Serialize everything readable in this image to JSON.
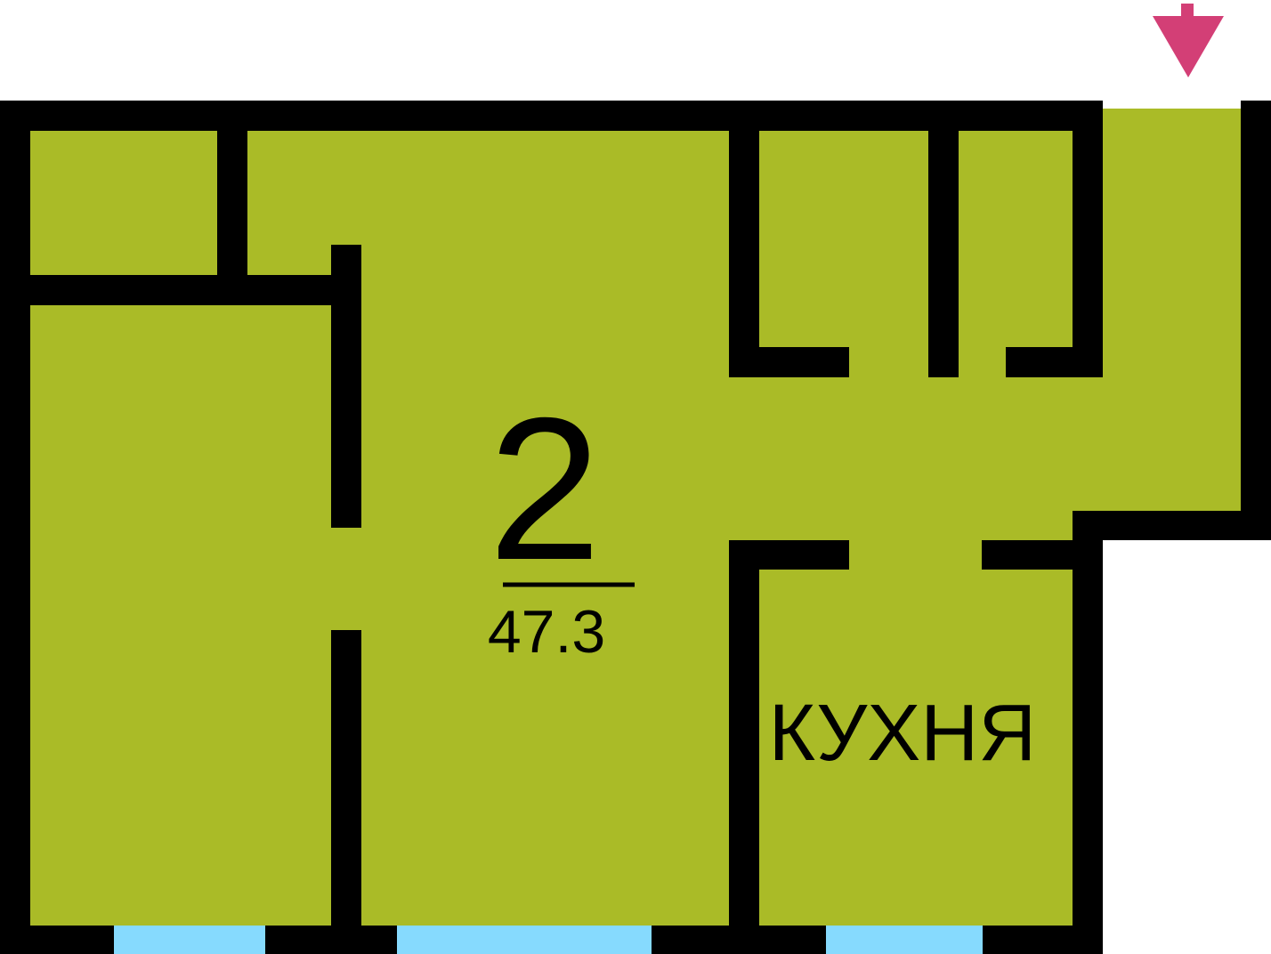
{
  "plan": {
    "rooms_count": "2",
    "area": "47.3",
    "kitchen_label": "КУХНЯ",
    "colors": {
      "floor": "#aabb27",
      "wall": "#000000",
      "window": "#86dafe",
      "entrance_marker": "#d33f76",
      "background": "#ffffff"
    },
    "icons": {
      "entrance": "arrow-down-icon"
    }
  }
}
